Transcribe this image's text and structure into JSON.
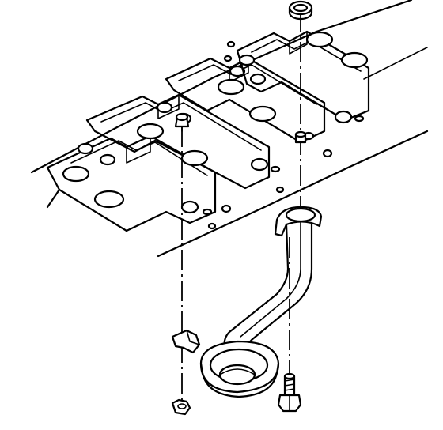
{
  "diagram": {
    "subject": "oil-pump-pickup-tube-and-screen-installation",
    "labels": [],
    "colors": {
      "ink": "#000000",
      "paper": "#ffffff"
    },
    "parts": [
      {
        "id": "engine-block-bottom",
        "icon": "engine-block-icon"
      },
      {
        "id": "main-bearing-bolt-left",
        "icon": "bolt-icon"
      },
      {
        "id": "main-bearing-bolt-right",
        "icon": "bolt-icon"
      },
      {
        "id": "pickup-tube-seal",
        "icon": "o-ring-icon"
      },
      {
        "id": "pickup-tube",
        "icon": "tube-icon"
      },
      {
        "id": "pickup-screen",
        "icon": "screen-icon"
      },
      {
        "id": "bracket-nut",
        "icon": "nut-icon"
      },
      {
        "id": "mounting-bolt",
        "icon": "bolt-icon"
      }
    ]
  }
}
